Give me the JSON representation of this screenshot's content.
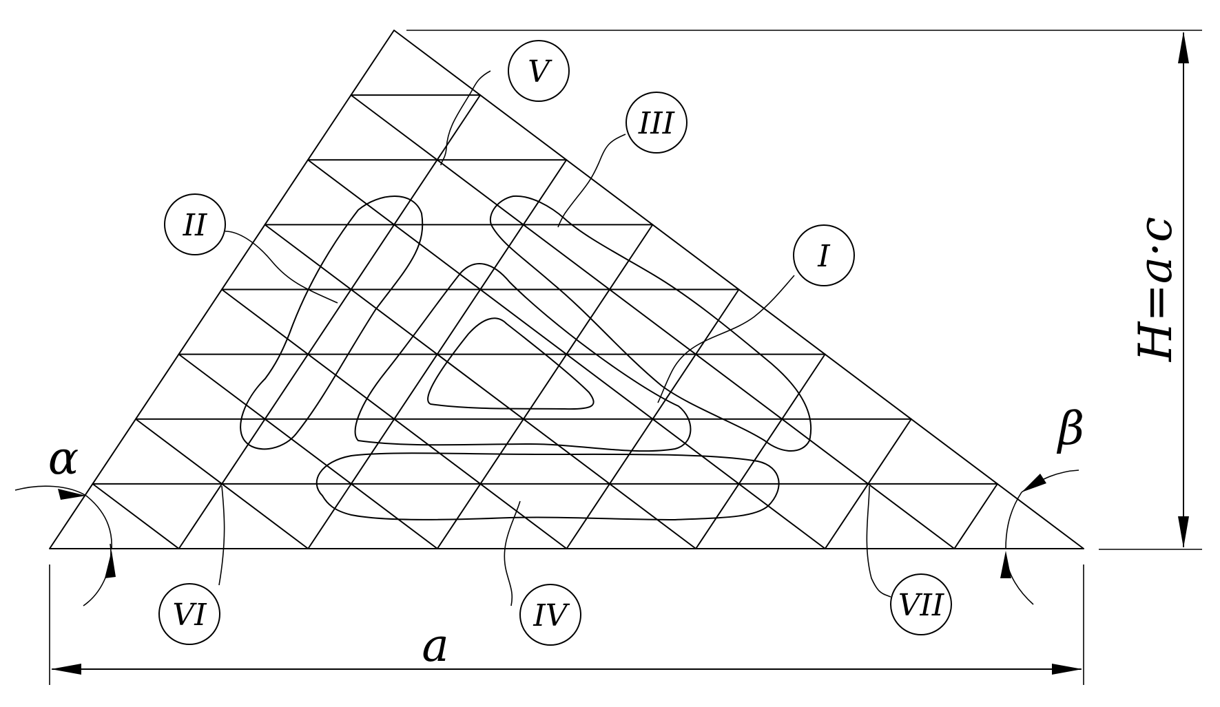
{
  "labels": {
    "zones": [
      "I",
      "II",
      "III",
      "IV",
      "V",
      "VI",
      "VII"
    ],
    "height": "H=a·c",
    "base": "a",
    "angle_left": "α",
    "angle_right": "β"
  },
  "colors": {
    "ink": "#000000",
    "background": "#ffffff"
  }
}
